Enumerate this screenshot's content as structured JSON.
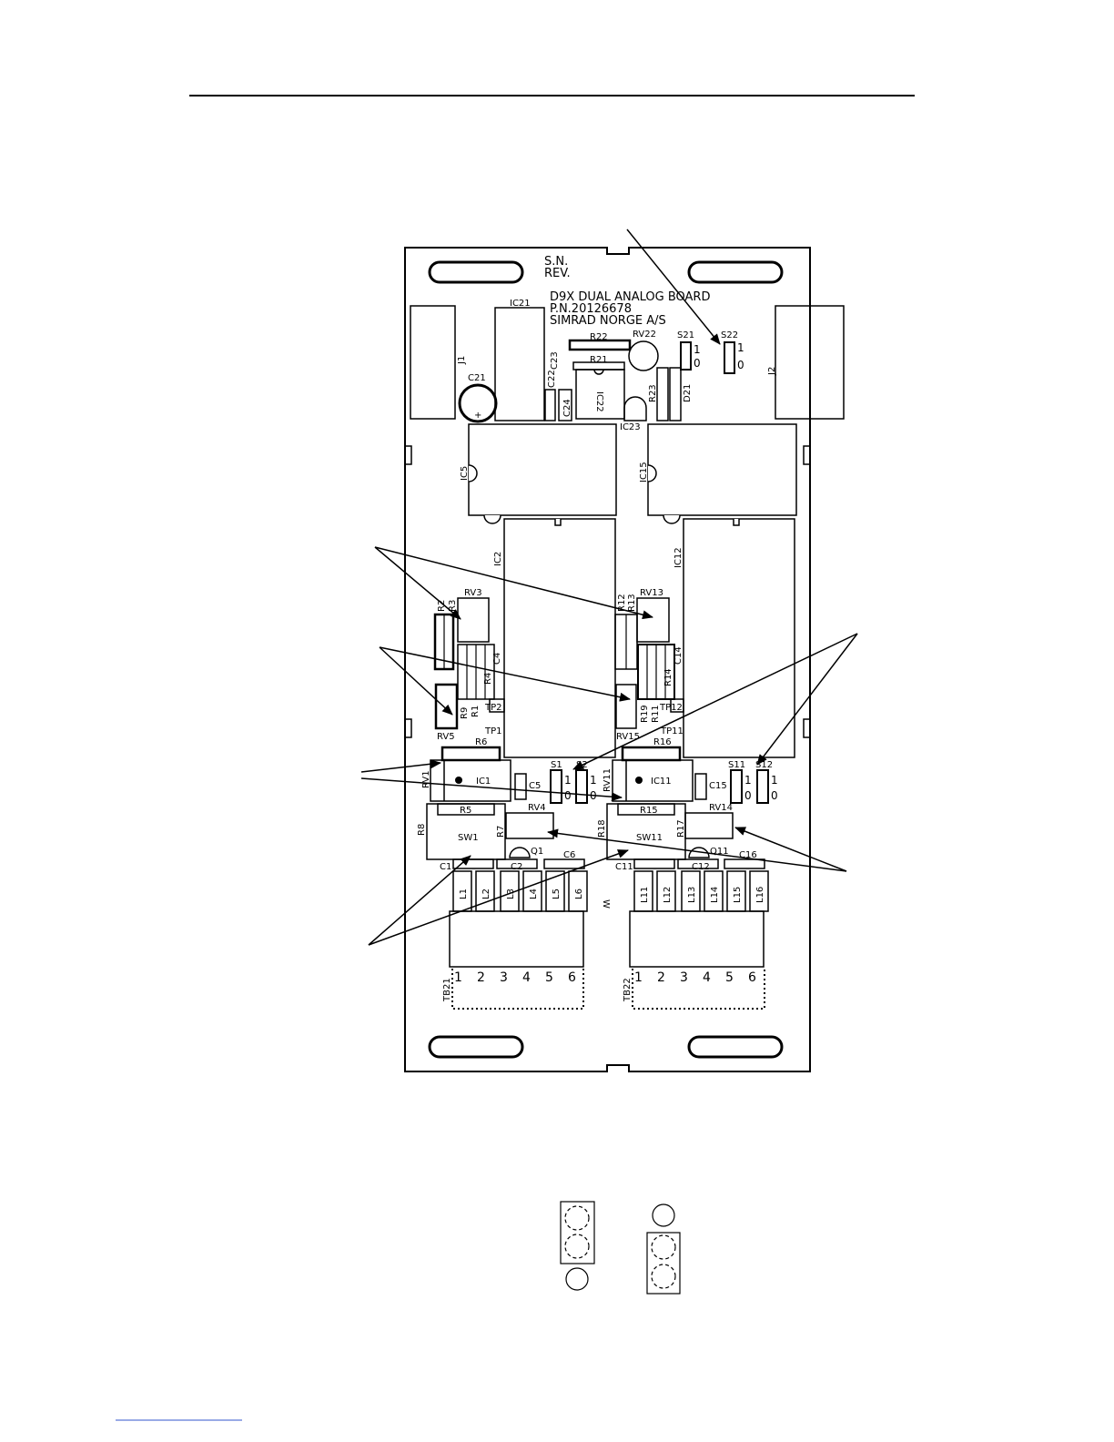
{
  "board": {
    "serial_label": "S.N.",
    "rev_label": "REV.",
    "title_line1": "D9X DUAL ANALOG BOARD",
    "title_line2": "P.N.20126678",
    "title_line3": "SIMRAD NORGE A/S"
  },
  "components": {
    "J1": "J1",
    "J2": "J2",
    "IC21": "IC21",
    "C21": "C21",
    "plus": "+",
    "C22": "C22",
    "C23": "C23",
    "C24": "C24",
    "R22": "R22",
    "R21": "R21",
    "IC22": "IC22",
    "IC23": "IC23",
    "RV22": "RV22",
    "R23": "R23",
    "D21": "D21",
    "S21": "S21",
    "S22": "S22",
    "sw_one": "1",
    "sw_zero": "0",
    "IC5": "IC5",
    "IC15": "IC15",
    "IC2": "IC2",
    "IC12": "IC12",
    "RV3": "RV3",
    "R2": "R2",
    "R3": "R3",
    "RV13": "RV13",
    "R12": "R12",
    "R13": "R13",
    "C4": "C4",
    "C14": "C14",
    "R4": "R4",
    "R14": "R14",
    "R9": "R9",
    "R1": "R1",
    "R19": "R19",
    "R11": "R11",
    "TP2": "TP2",
    "TP12": "TP12",
    "TP1": "TP1",
    "TP11": "TP11",
    "RV5": "RV5",
    "RV15": "RV15",
    "R6": "R6",
    "R16": "R16",
    "RV1": "RV1",
    "RV11": "RV11",
    "IC1": "IC1",
    "IC11": "IC11",
    "C5": "C5",
    "C15": "C15",
    "S1": "S1",
    "S2": "S2",
    "S11": "S11",
    "S12": "S12",
    "R5": "R5",
    "R15": "R15",
    "RV4": "RV4",
    "RV14": "RV14",
    "R8": "R8",
    "R18": "R18",
    "SW1": "SW1",
    "SW11": "SW11",
    "R7": "R7",
    "R17": "R17",
    "Q1": "Q1",
    "Q11": "Q11",
    "C1": "C1",
    "C2": "C2",
    "C6": "C6",
    "C11": "C11",
    "C12": "C12",
    "C16": "C16",
    "coils_left": [
      "L1",
      "L2",
      "L3",
      "L4",
      "L5",
      "L6"
    ],
    "coils_right": [
      "L11",
      "L12",
      "L13",
      "L14",
      "L15",
      "L16"
    ],
    "terminal_numbers": [
      "1",
      "2",
      "3",
      "4",
      "5",
      "6"
    ],
    "TB21": "TB21",
    "TB22": "TB22",
    "mark": "W"
  }
}
